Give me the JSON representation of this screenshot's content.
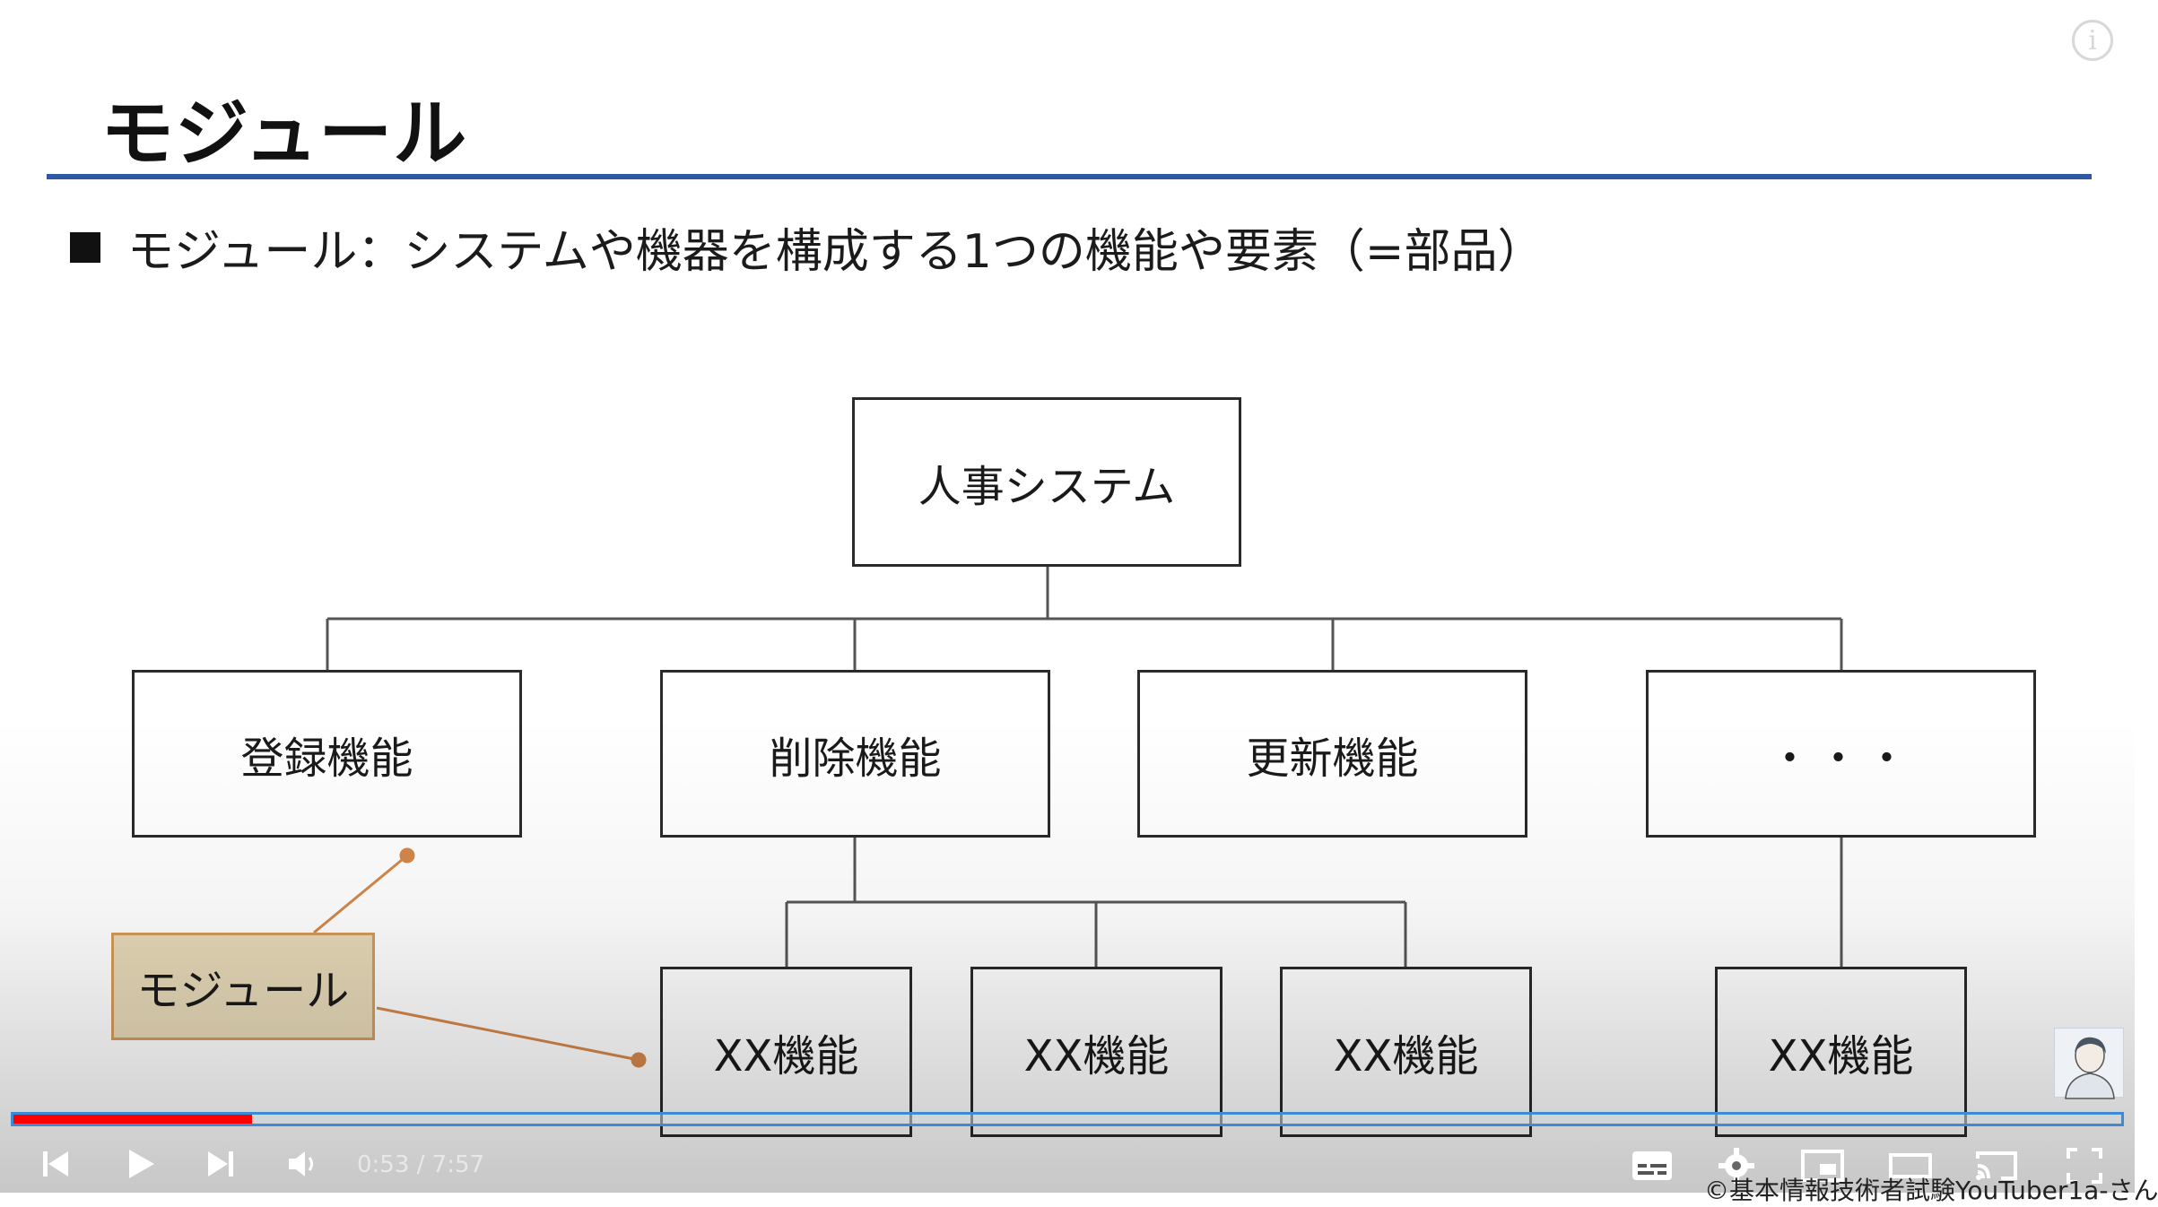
{
  "slide": {
    "title": "モジュール",
    "bullet": "モジュール：システムや機器を構成する1つの機能や要素（=部品）"
  },
  "diagram": {
    "root": "人事システム",
    "level1": [
      "登録機能",
      "削除機能",
      "更新機能",
      "・・・"
    ],
    "level2": [
      "XX機能",
      "XX機能",
      "XX機能",
      "XX機能"
    ],
    "callout": "モジュール"
  },
  "player": {
    "time_current": "0:53",
    "time_total": "7:57",
    "time_display": "0:53 / 7:57",
    "progress_fraction": 0.113,
    "credit": "©基本情報技術者試験YouTuber1a-さん",
    "colors": {
      "played": "#ff0000",
      "accent_rule": "#2f5aa3",
      "callout_fill": "#e7d9b8",
      "callout_line": "#d4874a"
    },
    "icons": [
      "previous-icon",
      "play-icon",
      "next-icon",
      "volume-icon",
      "subtitles-icon",
      "settings-icon",
      "miniplayer-icon",
      "theater-icon",
      "cast-icon",
      "fullscreen-icon",
      "info-icon"
    ]
  }
}
